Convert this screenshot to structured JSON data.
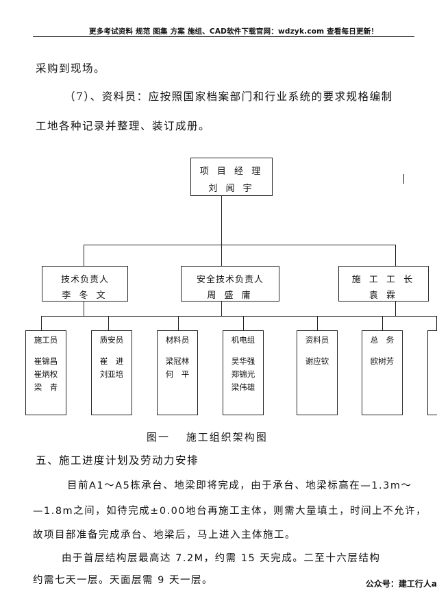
{
  "header": "更多考试资料 规范 图集 方案 施组、CAD软件下载官网：wdzyk.com 查看每日更新！",
  "paragraphs": {
    "p1": "采购到现场。",
    "p2": "（7）、资料员：应按照国家档案部门和行业系统的要求规格编制",
    "p3": "工地各种记录并整理、装订成册。"
  },
  "org_chart": {
    "top": {
      "title": "项 目 经 理",
      "name": "刘 闻 宇"
    },
    "level2": [
      {
        "title": "技术负责人",
        "name": "李 冬 文"
      },
      {
        "title": "安全技术负责人",
        "name": "周 盛 庸"
      },
      {
        "title": "施 工 工 长",
        "name": "袁 霖"
      }
    ],
    "level3": [
      {
        "title": "施工员",
        "names": [
          "崔锦昌",
          "崔炳权",
          "梁　青"
        ]
      },
      {
        "title": "质安员",
        "names": [
          "崔　进",
          "刘亚培"
        ]
      },
      {
        "title": "材料员",
        "names": [
          "梁冠林",
          "何　平"
        ]
      },
      {
        "title": "机电组",
        "names": [
          "吴华强",
          "郑锦光",
          "梁伟雄"
        ]
      },
      {
        "title": "资料员",
        "names": [
          "谢应钦"
        ]
      },
      {
        "title": "总　务",
        "names": [
          "欧树芳"
        ]
      }
    ]
  },
  "caption": "图一　 施工组织架构图",
  "section_title": "五、施工进度计划及劳动力安排",
  "body": {
    "b1": "目前A1～A5栋承台、地梁即将完成，由于承台、地梁标高在—1.3m～",
    "b2": "—1.8m之间，如待完成±0.00地台再施工主体，则需大量填土，时间上不允许，",
    "b3": "故项目部准备完成承台、地梁后，马上进入主体施工。",
    "b4": "由于首层结构层最高达 7.2M，约需 15 天完成。二至十六层结构",
    "b5": "约需七天一层。天面层需 9 天一层。"
  },
  "footer": "公众号：建工行人a"
}
